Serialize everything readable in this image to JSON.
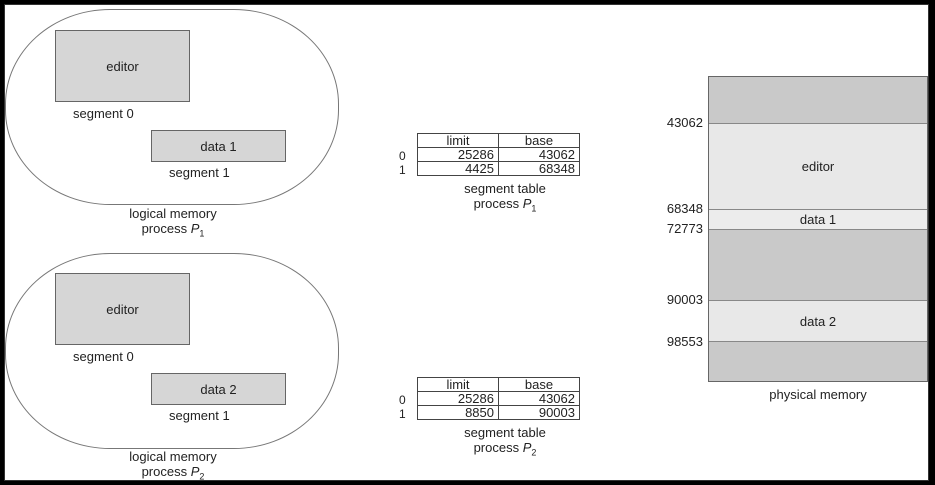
{
  "processes": [
    {
      "editor_label": "editor",
      "segment0_label": "segment 0",
      "data_label": "data 1",
      "segment1_label": "segment 1",
      "caption_line1": "logical memory",
      "caption_line2": "process",
      "caption_sub": "1",
      "table": {
        "headers": [
          "limit",
          "base"
        ],
        "rows": [
          {
            "index": "0",
            "limit": "25286",
            "base": "43062"
          },
          {
            "index": "1",
            "limit": "4425",
            "base": "68348"
          }
        ],
        "caption_line1": "segment table",
        "caption_line2": "process",
        "caption_sub": "1"
      }
    },
    {
      "editor_label": "editor",
      "segment0_label": "segment 0",
      "data_label": "data 2",
      "segment1_label": "segment 1",
      "caption_line1": "logical memory",
      "caption_line2": "process",
      "caption_sub": "2",
      "table": {
        "headers": [
          "limit",
          "base"
        ],
        "rows": [
          {
            "index": "0",
            "limit": "25286",
            "base": "43062"
          },
          {
            "index": "1",
            "limit": "8850",
            "base": "90003"
          }
        ],
        "caption_line1": "segment table",
        "caption_line2": "process",
        "caption_sub": "2"
      }
    }
  ],
  "physical_memory": {
    "caption": "physical memory",
    "addresses": [
      "43062",
      "68348",
      "72773",
      "90003",
      "98553"
    ],
    "blocks": [
      {
        "label": ""
      },
      {
        "label": "editor"
      },
      {
        "label": "data 1"
      },
      {
        "label": ""
      },
      {
        "label": "data 2"
      },
      {
        "label": ""
      }
    ]
  }
}
